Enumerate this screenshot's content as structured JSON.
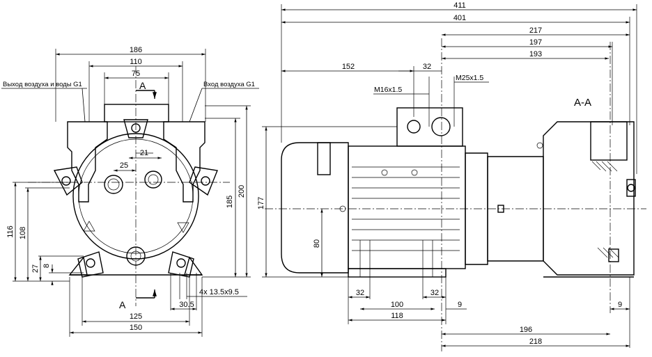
{
  "left_view": {
    "dims": {
      "d186": "186",
      "d110": "110",
      "d75": "75",
      "d21": "21",
      "d25": "25",
      "d200": "200",
      "d185": "185",
      "d116": "116",
      "d108": "108",
      "d27": "27",
      "d8": "8",
      "d125": "125",
      "d150": "150",
      "d30_5": "30.5",
      "holes": "4x  13.5x9.5"
    },
    "labels": {
      "outlet_left": "Выход воздуха и воды G1",
      "outlet_right": "Вход воздуха G1",
      "section_top": "A",
      "section_bottom": "A"
    }
  },
  "right_view": {
    "dims": {
      "d411": "411",
      "d401": "401",
      "d217": "217",
      "d197": "197",
      "d193": "193",
      "d152": "152",
      "d32_top": "32",
      "thread_small": "M16x1.5",
      "thread_large": "M25x1.5",
      "d177": "177",
      "d80": "80",
      "d32_left": "32",
      "d32_right": "32",
      "d100": "100",
      "d9_left": "9",
      "d118": "118",
      "d9_right": "9",
      "d196": "196",
      "d218": "218"
    },
    "labels": {
      "section_title": "A-A"
    }
  }
}
